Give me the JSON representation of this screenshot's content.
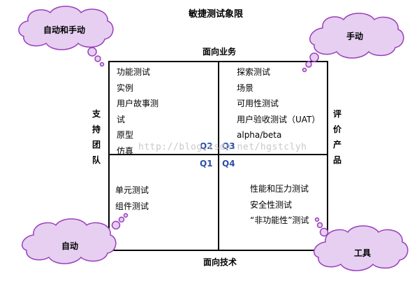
{
  "diagram": {
    "title": "敏捷测试象限",
    "top_label": "面向业务",
    "bottom_label": "面向技术",
    "left_label": "支持团队",
    "right_label": "评价产品",
    "clouds": {
      "top_left": "自动和手动",
      "top_right": "手动",
      "bottom_left": "自动",
      "bottom_right": "工具"
    },
    "quadrants": {
      "q1": {
        "label": "Q1",
        "items": [
          "单元测试",
          "组件测试"
        ]
      },
      "q2": {
        "label": "Q2",
        "items": [
          "功能测试",
          "实例",
          "用户故事测",
          "试",
          "原型",
          "仿真"
        ]
      },
      "q3": {
        "label": "Q3",
        "items": [
          "探索测试",
          "场景",
          "可用性测试",
          "用户验收测试（UAT）",
          "alpha/beta"
        ]
      },
      "q4": {
        "label": "Q4",
        "items": [
          "性能和压力测试",
          "安全性测试",
          "“非功能性”测试"
        ]
      }
    },
    "watermark": "http://blog.csdn.net/hgstclyh",
    "colors": {
      "cloud_fill": "#e6cff0",
      "cloud_stroke": "#9b3fbd",
      "quadrant_label": "#2f4fa8",
      "line": "#000000"
    }
  }
}
